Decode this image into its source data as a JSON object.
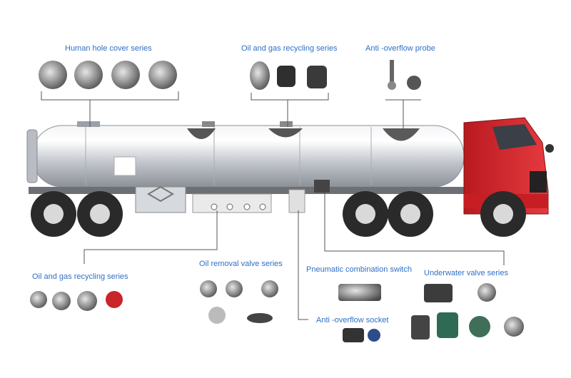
{
  "labels": {
    "human_hole_cover": "Human hole cover series",
    "oil_gas_recycling_top": "Oil and gas recycling series",
    "anti_overflow_probe": "Anti -overflow probe",
    "oil_gas_recycling_bottom": "Oil and gas recycling series",
    "oil_removal_valve": "Oil removal valve series",
    "pneumatic_combination_switch": "Pneumatic combination switch",
    "underwater_valve": "Underwater valve series",
    "anti_overflow_socket": "Anti -overflow socket"
  },
  "colors": {
    "label_text": "#2f6fc6",
    "leader_line": "#555555",
    "tank_silver": "#c9ccd1",
    "cab_red": "#d8232a",
    "tire": "#2a2a2a",
    "hub": "#d9d9d9"
  }
}
